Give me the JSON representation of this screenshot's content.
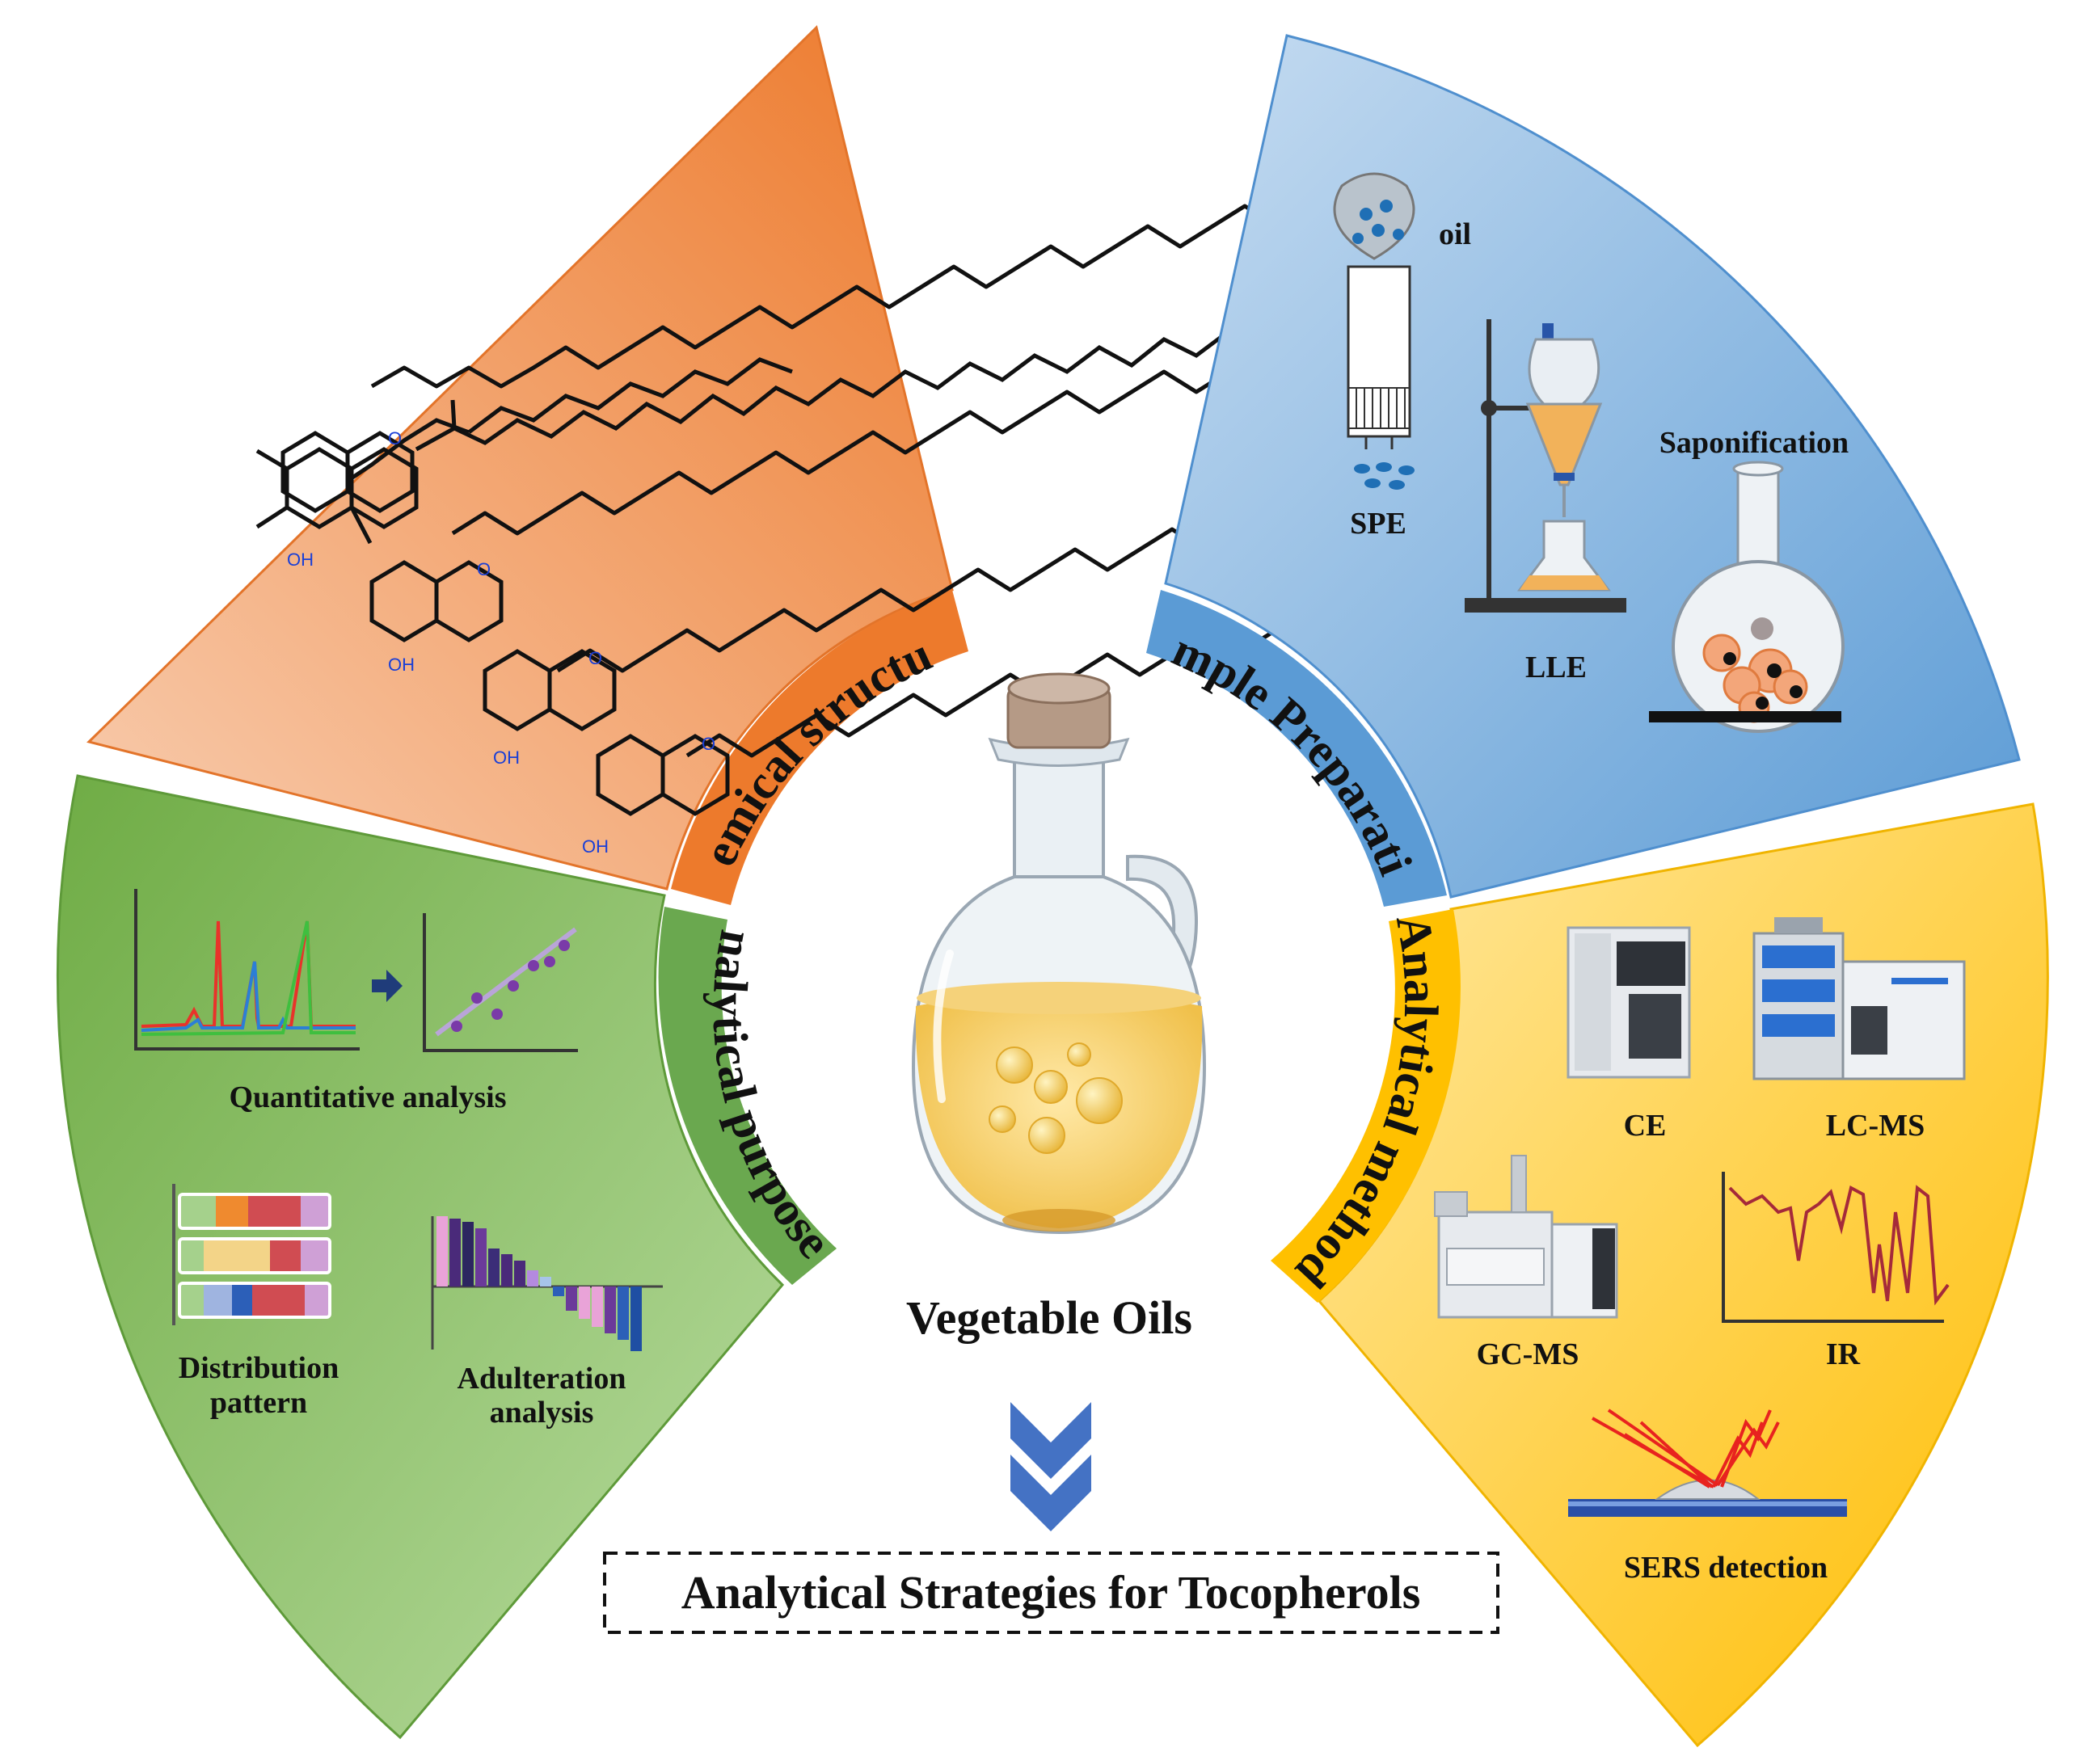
{
  "center": {
    "title": "Vegetable Oils",
    "subtitle": "Analytical Strategies for Tocopherols"
  },
  "quadrants": {
    "chemical_structures": {
      "band_label": "Chemical structures",
      "oxygen_label": "O",
      "hydroxyl_label": "OH"
    },
    "sample_preparation": {
      "band_label": "Sample Preparation",
      "oil_label": "oil",
      "spe_label": "SPE",
      "lle_label": "LLE",
      "saponification_label": "Saponification"
    },
    "analytical_purposes": {
      "band_label": "Analytical purposes",
      "quantitative_label": "Quantitative analysis",
      "distribution_label_line1": "Distribution",
      "distribution_label_line2": "pattern",
      "adulteration_label_line1": "Adulteration",
      "adulteration_label_line2": "analysis"
    },
    "analytical_method": {
      "band_label": "Analytical method",
      "ce_label": "CE",
      "lcms_label": "LC-MS",
      "gcms_label": "GC-MS",
      "ir_label": "IR",
      "sers_label": "SERS detection"
    }
  },
  "colors": {
    "orange": "#ee7b30",
    "orange_light": "#f6c7a6",
    "blue": "#5b9bd5",
    "blue_light": "#bfd7ee",
    "green": "#70ad47",
    "green_light": "#b4d69a",
    "yellow": "#ffc000",
    "yellow_light": "#ffe59a",
    "chevron": "#4472c4"
  },
  "icons": [
    "oil-bottle-icon",
    "spe-cartridge-icon",
    "separatory-funnel-icon",
    "round-flask-icon",
    "chromatogram-icon",
    "calibration-plot-icon",
    "stacked-bar-icon",
    "waterfall-bar-icon",
    "ce-instrument-icon",
    "lcms-instrument-icon",
    "gcms-instrument-icon",
    "ir-spectrum-icon",
    "sers-laser-icon",
    "chevron-down-icon"
  ]
}
